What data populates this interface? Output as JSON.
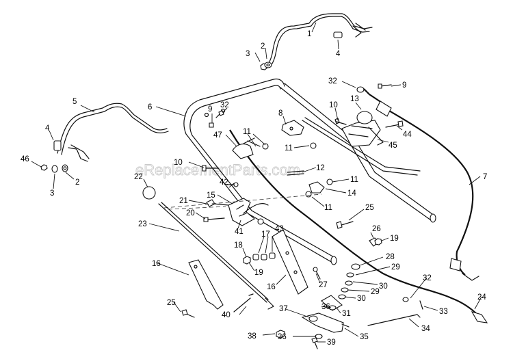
{
  "watermark": "eReplacementParts.com",
  "callouts": [
    {
      "id": "c1",
      "text": "1"
    },
    {
      "id": "c2a",
      "text": "2"
    },
    {
      "id": "c3a",
      "text": "3"
    },
    {
      "id": "c4a",
      "text": "4"
    },
    {
      "id": "c32a",
      "text": "32"
    },
    {
      "id": "c9a",
      "text": "9"
    },
    {
      "id": "c5",
      "text": "5"
    },
    {
      "id": "c6",
      "text": "6"
    },
    {
      "id": "c9b",
      "text": "9"
    },
    {
      "id": "c32b",
      "text": "32"
    },
    {
      "id": "c8",
      "text": "8"
    },
    {
      "id": "c10a",
      "text": "10"
    },
    {
      "id": "c13",
      "text": "13"
    },
    {
      "id": "c44",
      "text": "44"
    },
    {
      "id": "c45",
      "text": "45"
    },
    {
      "id": "c4b",
      "text": "4"
    },
    {
      "id": "c47",
      "text": "47"
    },
    {
      "id": "c11a",
      "text": "11"
    },
    {
      "id": "c11b",
      "text": "11"
    },
    {
      "id": "c46",
      "text": "46"
    },
    {
      "id": "c2b",
      "text": "2"
    },
    {
      "id": "c3b",
      "text": "3"
    },
    {
      "id": "c10b",
      "text": "10"
    },
    {
      "id": "c12",
      "text": "12"
    },
    {
      "id": "c7",
      "text": "7"
    },
    {
      "id": "c22",
      "text": "22"
    },
    {
      "id": "c42",
      "text": "42"
    },
    {
      "id": "c11c",
      "text": "11"
    },
    {
      "id": "c14",
      "text": "14"
    },
    {
      "id": "c21",
      "text": "21"
    },
    {
      "id": "c15",
      "text": "15"
    },
    {
      "id": "c11d",
      "text": "11"
    },
    {
      "id": "c25a",
      "text": "25"
    },
    {
      "id": "c20",
      "text": "20"
    },
    {
      "id": "c23",
      "text": "23"
    },
    {
      "id": "c41",
      "text": "41"
    },
    {
      "id": "c43",
      "text": "43"
    },
    {
      "id": "c26",
      "text": "26"
    },
    {
      "id": "c17",
      "text": "17"
    },
    {
      "id": "c19a",
      "text": "19"
    },
    {
      "id": "c18",
      "text": "18"
    },
    {
      "id": "c28",
      "text": "28"
    },
    {
      "id": "c16a",
      "text": "16"
    },
    {
      "id": "c19b",
      "text": "19"
    },
    {
      "id": "c29a",
      "text": "29"
    },
    {
      "id": "c16b",
      "text": "16"
    },
    {
      "id": "c27",
      "text": "27"
    },
    {
      "id": "c30a",
      "text": "30"
    },
    {
      "id": "c29b",
      "text": "29"
    },
    {
      "id": "c32c",
      "text": "32"
    },
    {
      "id": "c24",
      "text": "24"
    },
    {
      "id": "c30b",
      "text": "30"
    },
    {
      "id": "c25b",
      "text": "25"
    },
    {
      "id": "c36a",
      "text": "36"
    },
    {
      "id": "c31",
      "text": "31"
    },
    {
      "id": "c33",
      "text": "33"
    },
    {
      "id": "c40",
      "text": "40"
    },
    {
      "id": "c37",
      "text": "37"
    },
    {
      "id": "c34",
      "text": "34"
    },
    {
      "id": "c38",
      "text": "38"
    },
    {
      "id": "c36b",
      "text": "36"
    },
    {
      "id": "c35",
      "text": "35"
    },
    {
      "id": "c39",
      "text": "39"
    }
  ]
}
